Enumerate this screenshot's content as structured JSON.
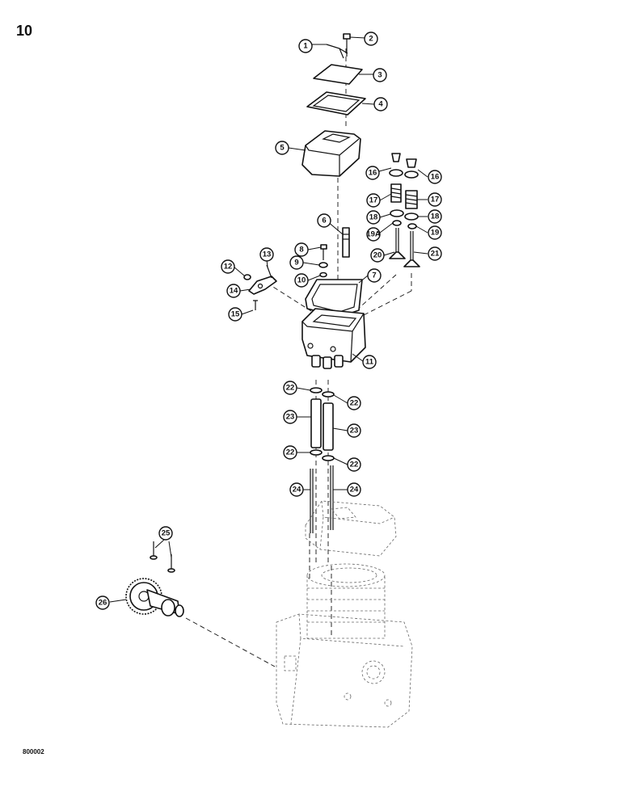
{
  "page": {
    "number": "10",
    "figure_code": "800002"
  },
  "callouts": [
    {
      "id": "c1",
      "label": "1"
    },
    {
      "id": "c2",
      "label": "2"
    },
    {
      "id": "c3",
      "label": "3"
    },
    {
      "id": "c4",
      "label": "4"
    },
    {
      "id": "c5",
      "label": "5"
    },
    {
      "id": "c6",
      "label": "6"
    },
    {
      "id": "c7",
      "label": "7"
    },
    {
      "id": "c8",
      "label": "8"
    },
    {
      "id": "c9",
      "label": "9"
    },
    {
      "id": "c10",
      "label": "10"
    },
    {
      "id": "c11",
      "label": "11"
    },
    {
      "id": "c12",
      "label": "12"
    },
    {
      "id": "c13",
      "label": "13"
    },
    {
      "id": "c14",
      "label": "14"
    },
    {
      "id": "c15",
      "label": "15"
    },
    {
      "id": "c16a",
      "label": "16"
    },
    {
      "id": "c16b",
      "label": "16"
    },
    {
      "id": "c17a",
      "label": "17"
    },
    {
      "id": "c17b",
      "label": "17"
    },
    {
      "id": "c18a",
      "label": "18"
    },
    {
      "id": "c18b",
      "label": "18"
    },
    {
      "id": "c19a",
      "label": "19A"
    },
    {
      "id": "c19",
      "label": "19"
    },
    {
      "id": "c20",
      "label": "20"
    },
    {
      "id": "c21",
      "label": "21"
    },
    {
      "id": "c22a",
      "label": "22"
    },
    {
      "id": "c22b",
      "label": "22"
    },
    {
      "id": "c22c",
      "label": "22"
    },
    {
      "id": "c22d",
      "label": "22"
    },
    {
      "id": "c23a",
      "label": "23"
    },
    {
      "id": "c23b",
      "label": "23"
    },
    {
      "id": "c24a",
      "label": "24"
    },
    {
      "id": "c24b",
      "label": "24"
    },
    {
      "id": "c25",
      "label": "25"
    },
    {
      "id": "c26",
      "label": "26"
    }
  ]
}
